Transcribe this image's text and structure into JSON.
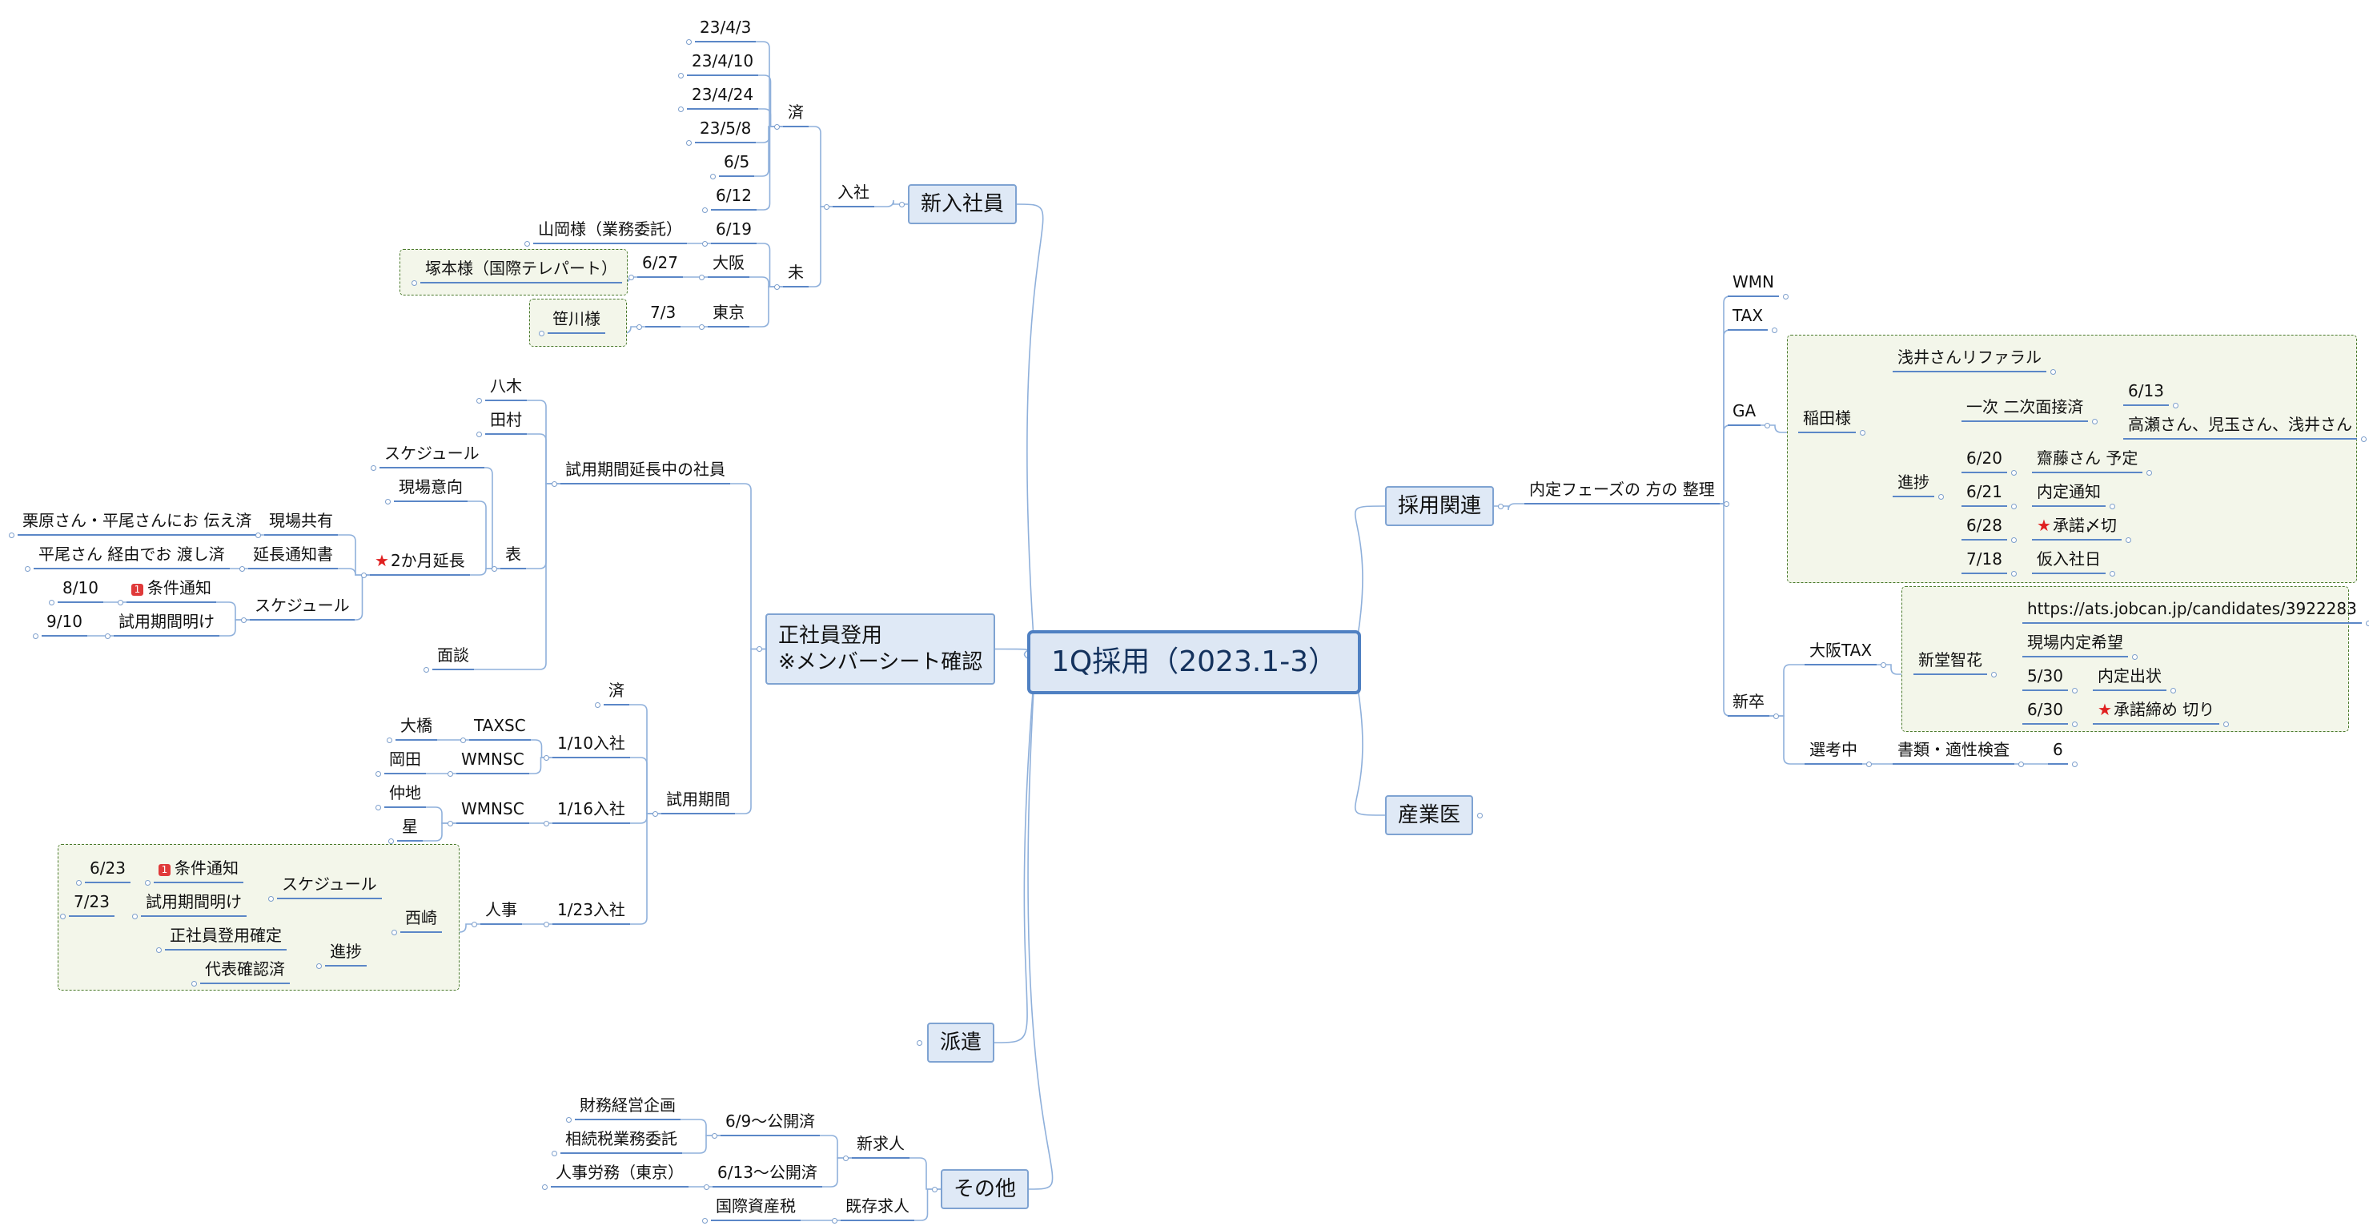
{
  "center": {
    "label": "1Q採用（2023.1-3）"
  },
  "branches": {
    "new_hires": {
      "label": "新入社員",
      "nyusha": {
        "label": "入社",
        "done": {
          "label": "済",
          "dates": [
            "23/4/3",
            "23/4/10",
            "23/4/24",
            "23/5/8",
            "6/5",
            "6/12"
          ]
        },
        "pending": {
          "label": "未",
          "d619": {
            "label": "6/19",
            "name": "山岡様（業務委託）"
          },
          "osaka": {
            "label": "大阪",
            "date": "6/27",
            "name": "塚本様（国際テレパート）"
          },
          "tokyo": {
            "label": "東京",
            "date": "7/3",
            "name": "笹川様"
          }
        }
      }
    },
    "regular": {
      "label": "正社員登用\n※メンバーシート確認",
      "extension": {
        "label": "試用期間延長中の社員",
        "yagi": "八木",
        "tamura": "田村",
        "table": {
          "label": "表",
          "schedule": "スケジュール",
          "genba_iko": "現場意向",
          "two_month": {
            "label": "2か月延長",
            "share": {
              "label": "現場共有",
              "leaf": "栗原さん・平尾さんにお 伝え済"
            },
            "notice": {
              "label": "延長通知書",
              "leaf": "平尾さん 経由でお 渡し済"
            },
            "schedule": {
              "label": "スケジュール",
              "cond_date": "8/10",
              "cond": "条件通知",
              "end_date": "9/10",
              "end": "試用期間明け"
            }
          },
          "interview": "面談"
        }
      },
      "trial": {
        "label": "試用期間",
        "done": "済",
        "jan10": {
          "label": "1/10入社",
          "taxsc": "TAXSC",
          "ohashi": "大橋",
          "wmnsc": "WMNSC",
          "okada": "岡田"
        },
        "jan16": {
          "label": "1/16入社",
          "wmnsc": "WMNSC",
          "nakachi": "仲地",
          "hoshi": "星"
        },
        "jan23": {
          "label": "1/23入社",
          "jinji": "人事",
          "nishizaki": {
            "label": "西崎",
            "schedule": {
              "label": "スケジュール",
              "cond_date": "6/23",
              "cond": "条件通知",
              "end_date": "7/23",
              "end": "試用期間明け"
            },
            "progress": {
              "label": "進捗",
              "item1": "正社員登用確定",
              "item2": "代表確認済"
            }
          }
        }
      }
    },
    "haken": {
      "label": "派遣"
    },
    "others": {
      "label": "その他",
      "new_posting": {
        "label": "新求人",
        "p69": {
          "label": "6/9～公開済",
          "leaf": "財務経営企画"
        },
        "p69b": "相続税業務委託",
        "p613": {
          "label": "6/13～公開済",
          "leaf": "人事労務（東京）"
        }
      },
      "existing": {
        "label": "既存求人",
        "leaf": "国際資産税"
      }
    },
    "hiring": {
      "label": "採用関連",
      "naitei": {
        "label": "内定フェーズの 方の 整理",
        "wmn": "WMN",
        "tax": "TAX",
        "ga": {
          "label": "GA",
          "inada": {
            "label": "稲田様",
            "referral": "浅井さんリファラル",
            "progress": {
              "label": "進捗",
              "interview": {
                "label": "一次 二次面接済",
                "date": "6/13",
                "names": "高瀬さん、児玉さん、浅井さん"
              },
              "r620": {
                "date": "6/20",
                "text": "齋藤さん 予定"
              },
              "r621": {
                "date": "6/21",
                "text": "内定通知"
              },
              "r628": {
                "date": "6/28",
                "text": "承諾〆切"
              },
              "r718": {
                "date": "7/18",
                "text": "仮入社日"
              }
            }
          }
        },
        "shinsotsu": {
          "label": "新卒",
          "osaka_tax": {
            "label": "大阪TAX",
            "person": {
              "label": "新堂智花",
              "url": "https://ats.jobcan.jp/candidates/3922283",
              "wish": "現場内定希望",
              "r530": {
                "date": "5/30",
                "text": "内定出状"
              },
              "r630": {
                "date": "6/30",
                "text": "承諾締め 切り"
              }
            }
          },
          "selection": {
            "label": "選考中",
            "docs": "書類・適性検査",
            "count": "6"
          }
        }
      }
    },
    "doctor": {
      "label": "産業医"
    }
  }
}
